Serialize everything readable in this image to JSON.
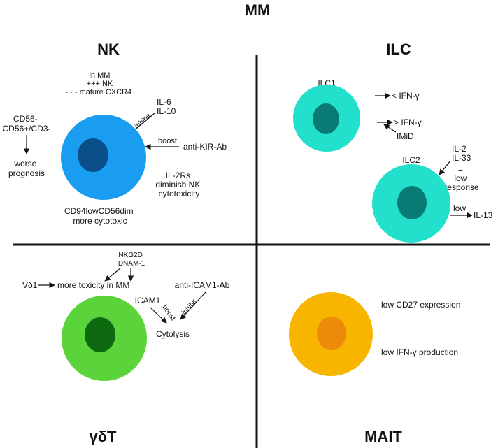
{
  "title": "MM",
  "quadrants": {
    "nk": {
      "heading": "NK",
      "in_mm": [
        "in MM",
        "+++ NK",
        "- - - mature CXCR4+"
      ],
      "cytokines": [
        "IL-6",
        "IL-10"
      ],
      "inhibit": "inhibit",
      "boost": "boost",
      "anti_kir": "anti-KIR-Ab",
      "il2rs": [
        "IL-2Rs",
        "diminish NK",
        "cytotoxicity"
      ],
      "markers": [
        "CD56-",
        "CD56+/CD3-"
      ],
      "prognosis": [
        "worse",
        "prognosis"
      ],
      "cd94": [
        "CD94lowCD56dim",
        "more cytotoxic"
      ],
      "colors": {
        "outer": "#1a9cf0",
        "inner": "#0b4f8a"
      }
    },
    "ilc": {
      "heading": "ILC",
      "ilc1": "ILC1",
      "ifn_low": "IFN-γ",
      "ifn_high": "IFN-γ",
      "imid": "IMiD",
      "ilc2": "ILC2",
      "ilc2_cytokines": [
        "IL-2",
        "IL-33"
      ],
      "response": [
        "=",
        "low",
        "response"
      ],
      "low": "low",
      "il13": "IL-13",
      "colors": {
        "outer": "#22e0cc",
        "inner": "#0a7b74"
      }
    },
    "gdt": {
      "heading": "γδT",
      "vd1": "Vδ1",
      "receptors": [
        "NKG2D",
        "DNAM-1"
      ],
      "toxicity": "more toxicity in MM",
      "icam1": "ICAM1",
      "boost": "boost",
      "inhibit": "inhibit",
      "anti_icam": "anti-ICAM1-Ab",
      "cytolysis": "Cytolysis",
      "colors": {
        "outer": "#5ad43a",
        "inner": "#0d6a10"
      }
    },
    "mait": {
      "heading": "MAIT",
      "cd27": "low CD27 expression",
      "ifn": "low IFN-γ production",
      "colors": {
        "outer": "#f7b500",
        "inner": "#ee8a0a"
      }
    }
  }
}
